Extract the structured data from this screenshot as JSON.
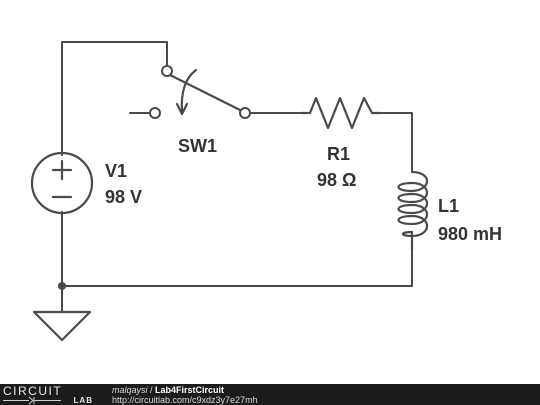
{
  "components": {
    "v1": {
      "name": "V1",
      "value": "98 V"
    },
    "sw1": {
      "name": "SW1"
    },
    "r1": {
      "name": "R1",
      "value": "98 Ω"
    },
    "l1": {
      "name": "L1",
      "value": "980 mH"
    }
  },
  "colors": {
    "wire": "#4a4a4a",
    "label": "#333333",
    "footer_bg": "#1c1c1c"
  },
  "footer": {
    "logo_top": "CIRCUIT",
    "logo_bottom": "LAB",
    "user": "malqaysi",
    "separator": " / ",
    "title": "Lab4FirstCircuit",
    "url": "http://circuitlab.com/c9xdz3y7e27mh"
  }
}
